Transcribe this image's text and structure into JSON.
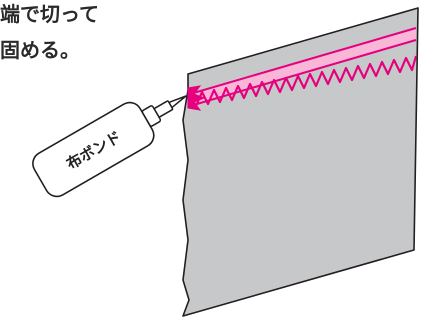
{
  "caption": {
    "line1": "端で切って",
    "line2": "固める。"
  },
  "bottle": {
    "label": "布ボンド",
    "icon": "glue-bottle-icon"
  },
  "colors": {
    "fabric": "#c7c8ca",
    "stitch": "#e6007e",
    "outline": "#231f20",
    "bottle_fill": "#ffffff"
  }
}
